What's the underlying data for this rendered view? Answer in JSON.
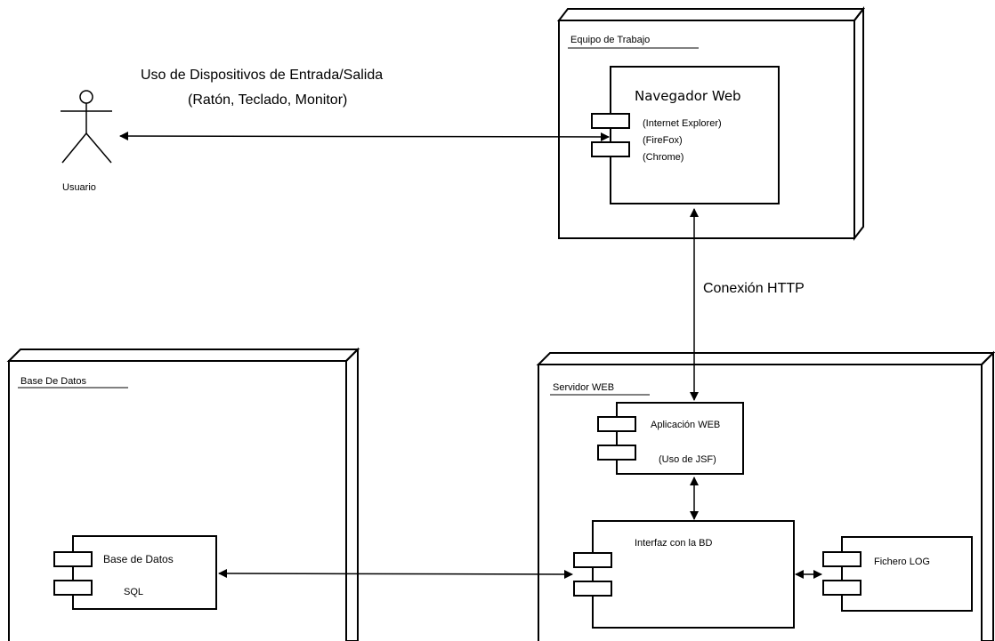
{
  "actor": {
    "label": "Usuario"
  },
  "io_label": {
    "line1": "Uso de Dispositivos de Entrada/Salida",
    "line2": "(Ratón, Teclado, Monitor)"
  },
  "http_label": "Conexión HTTP",
  "nodes": {
    "equipo": {
      "title": "Equipo de Trabajo",
      "component": {
        "name": "Navegador Web",
        "items": [
          "(Internet Explorer)",
          "(FireFox)",
          "(Chrome)"
        ]
      }
    },
    "servidor": {
      "title": "Servidor WEB",
      "app": {
        "name": "Aplicación WEB",
        "detail": "(Uso de JSF)"
      },
      "interfaz": {
        "name": "Interfaz con la BD"
      },
      "log": {
        "name": "Fichero LOG"
      }
    },
    "bd": {
      "title": "Base De Datos",
      "component": {
        "name": "Base de Datos",
        "detail": "SQL"
      }
    }
  }
}
